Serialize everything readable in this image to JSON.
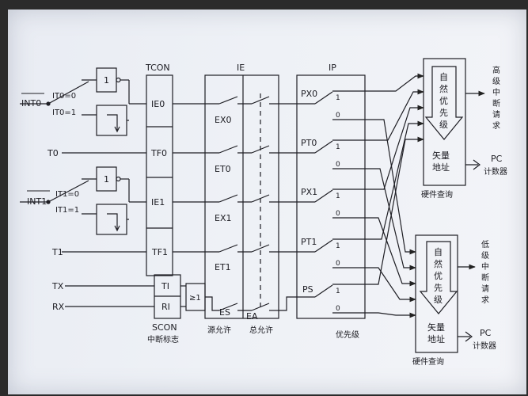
{
  "interrupt_sources": {
    "int0": "INT0",
    "it0_eq_0": "IT0=0",
    "it0_eq_1": "IT0=1",
    "t0": "T0",
    "int1": "INT1",
    "it1_eq_0": "IT1=0",
    "it1_eq_1": "IT1=1",
    "t1": "T1",
    "tx": "TX",
    "rx": "RX"
  },
  "gates": {
    "not_gate_1": "1",
    "not_gate_2": "1",
    "or_gate": "≥1"
  },
  "registers": {
    "tcon": {
      "title": "TCON",
      "bits": [
        "IE0",
        "TF0",
        "IE1",
        "TF1"
      ]
    },
    "scon": {
      "bits": [
        "TI",
        "RI"
      ],
      "caption_1": "SCON",
      "caption_2": "中断标志"
    },
    "ie": {
      "title": "IE",
      "bits": [
        "EX0",
        "ET0",
        "EX1",
        "ET1",
        "ES"
      ],
      "global": "EA",
      "caption_source": "源允许",
      "caption_global": "总允许"
    },
    "ip": {
      "title": "IP",
      "bits": [
        "PX0",
        "PT0",
        "PX1",
        "PT1",
        "PS"
      ],
      "switch_1": "1",
      "switch_0": "0",
      "caption": "优先级"
    }
  },
  "high_block": {
    "arrow_text": [
      "自",
      "然",
      "优",
      "先",
      "级"
    ],
    "vector_1": "矢量",
    "vector_2": "地址",
    "hw": "硬件查询",
    "request": [
      "高",
      "级",
      "中",
      "断",
      "请",
      "求"
    ],
    "pc_1": "PC",
    "pc_2": "计数器"
  },
  "low_block": {
    "arrow_text": [
      "自",
      "然",
      "优",
      "先",
      "级"
    ],
    "vector_1": "矢量",
    "vector_2": "地址",
    "hw": "硬件查询",
    "request": [
      "低",
      "级",
      "中",
      "断",
      "请",
      "求"
    ],
    "pc_1": "PC",
    "pc_2": "计数器"
  }
}
